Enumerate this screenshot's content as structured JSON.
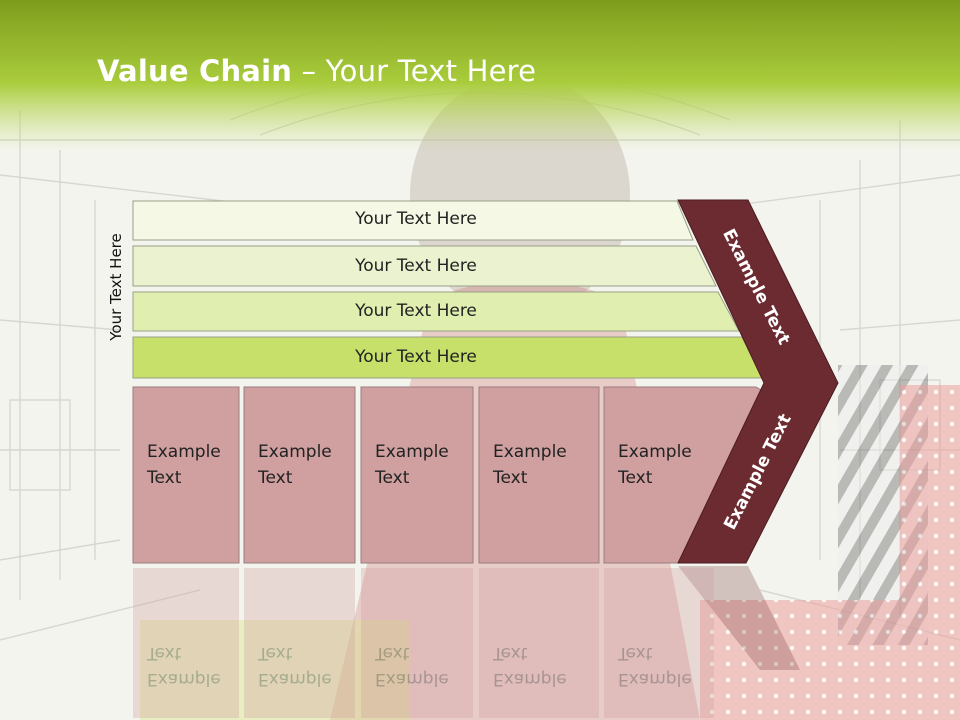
{
  "title": {
    "bold": "Value Chain",
    "rest": " – Your Text Here"
  },
  "side_label": "Your Text Here",
  "rows": [
    {
      "label": "Your Text Here"
    },
    {
      "label": "Your Text Here"
    },
    {
      "label": "Your Text Here"
    },
    {
      "label": "Your Text Here"
    }
  ],
  "boxes": [
    {
      "line1": "Example",
      "line2": "Text"
    },
    {
      "line1": "Example",
      "line2": "Text"
    },
    {
      "line1": "Example",
      "line2": "Text"
    },
    {
      "line1": "Example",
      "line2": "Text"
    },
    {
      "line1": "Example",
      "line2": "Text"
    }
  ],
  "chevron": {
    "upper": "Example Text",
    "lower": "Example Text"
  },
  "colors": {
    "header": "#9fc434",
    "box": "#d09fa0",
    "chevron": "#6b2b31",
    "row_light": "#f4f8e4",
    "row_mid": "#e4efbf",
    "row_dark": "#c8e06a"
  }
}
